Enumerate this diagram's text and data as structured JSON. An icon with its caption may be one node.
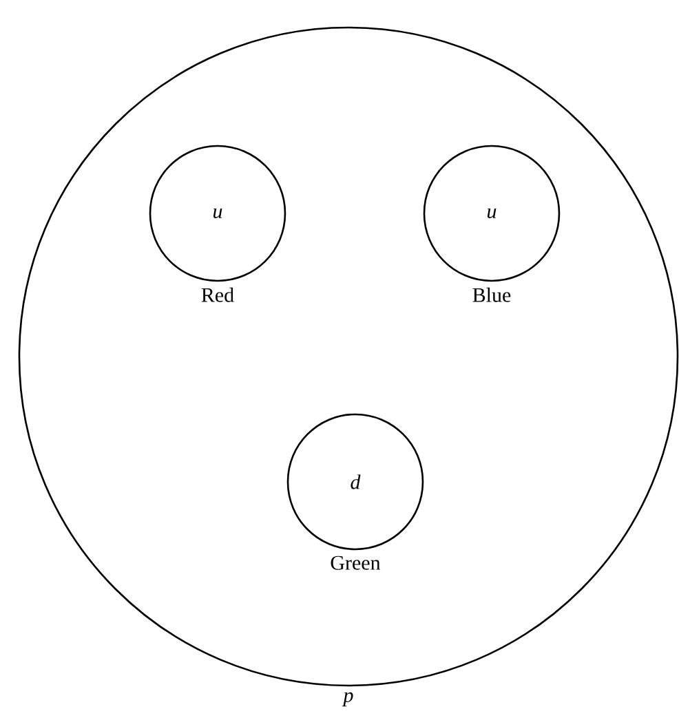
{
  "diagram": {
    "nodes": [
      {
        "text": [],
        "shape": "circle",
        "beside": [
          "p"
        ]
      },
      {
        "text": [
          "u"
        ],
        "beside": [
          "Red"
        ],
        "in": 0
      },
      {
        "text": [
          "u"
        ],
        "beside": [
          "Blue"
        ],
        "in": 0
      },
      {
        "text": [
          "d"
        ],
        "beside": [
          "Green"
        ],
        "in": 0
      }
    ]
  }
}
